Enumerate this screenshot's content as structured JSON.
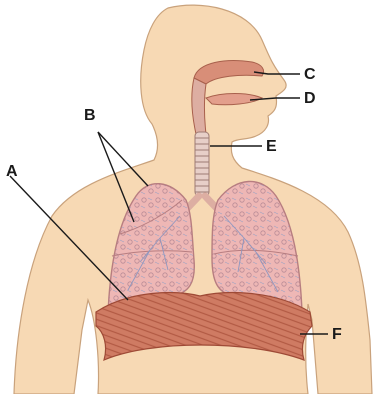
{
  "labels": {
    "A": "A",
    "B": "B",
    "C": "C",
    "D": "D",
    "E": "E",
    "F": "F"
  },
  "colors": {
    "skin": "#f7d9b4",
    "skin_outline": "#c9a27c",
    "lung": "#eeb7b5",
    "lung_outline": "#b77d80",
    "airway": "#ddaea2",
    "diaphragm": "#c9735a",
    "nasal": "#d88e78"
  }
}
